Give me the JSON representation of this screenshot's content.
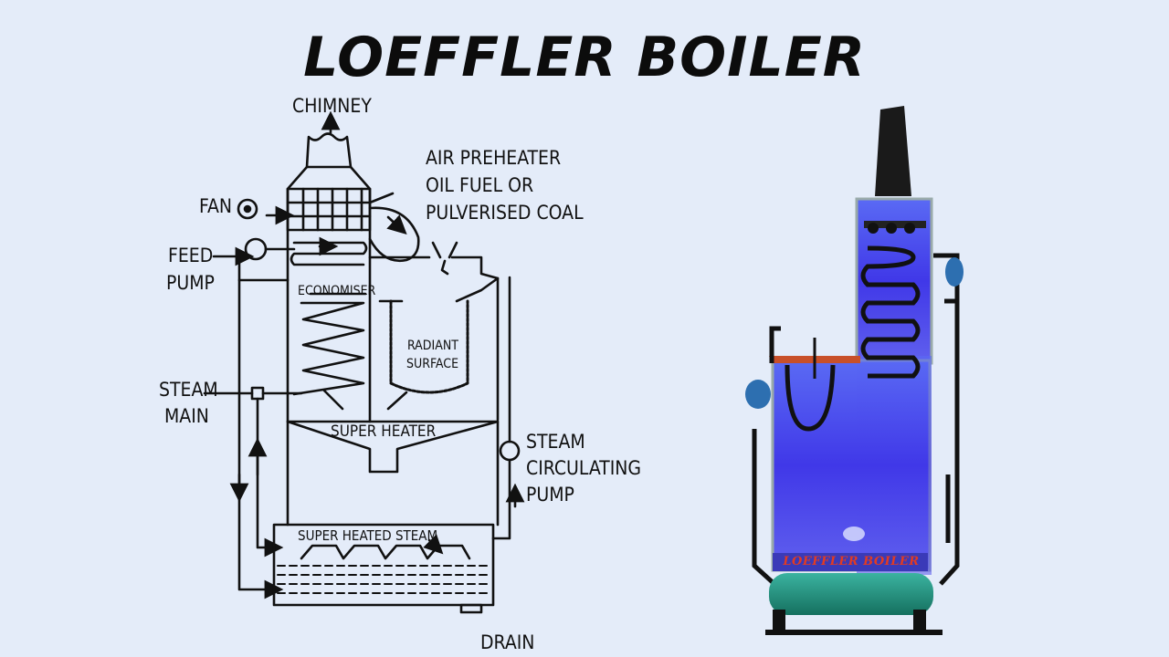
{
  "title": "LOEFFLER BOILER",
  "labels": {
    "chimney": "CHIMNEY",
    "fan": "FAN",
    "feed_pump_1": "FEED",
    "feed_pump_2": "PUMP",
    "air_preheater": "AIR PREHEATER",
    "oil_fuel": "OIL FUEL OR",
    "pulverised_coal": "PULVERISED COAL",
    "economiser": "ECONOMISER",
    "radiant_1": "RADIANT",
    "radiant_2": "SURFACE",
    "steam_main_1": "STEAM",
    "steam_main_2": "MAIN",
    "super_heater": "SUPER HEATER",
    "steam_pump_1": "STEAM",
    "steam_pump_2": "CIRCULATING",
    "steam_pump_3": "PUMP",
    "super_heated_steam": "SUPER HEATED STEAM",
    "drain": "DRAIN"
  },
  "model": {
    "nameplate": "LOEFFLER BOILER",
    "colors": {
      "chamber": "#4b4bf0",
      "base": "#1f8a7a",
      "nameplate": "#d2301e"
    }
  }
}
